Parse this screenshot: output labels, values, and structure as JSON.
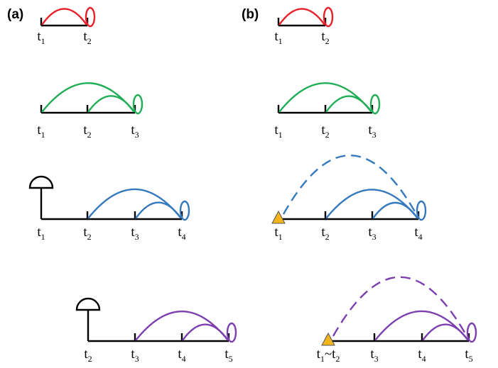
{
  "panels": [
    {
      "label": "(a)",
      "rows": [
        {
          "color": "#e8202a",
          "ticks": [
            {
              "t": "t",
              "sub": "1"
            },
            {
              "t": "t",
              "sub": "2"
            }
          ]
        },
        {
          "color": "#1fae55",
          "ticks": [
            {
              "t": "t",
              "sub": "1"
            },
            {
              "t": "t",
              "sub": "2"
            },
            {
              "t": "t",
              "sub": "3"
            }
          ]
        },
        {
          "color": "#3579bd",
          "ticks": [
            {
              "t": "t",
              "sub": "1"
            },
            {
              "t": "t",
              "sub": "2"
            },
            {
              "t": "t",
              "sub": "3"
            },
            {
              "t": "t",
              "sub": "4"
            }
          ]
        },
        {
          "color": "#7b3fb0",
          "ticks": [
            {
              "t": "t",
              "sub": "2"
            },
            {
              "t": "t",
              "sub": "3"
            },
            {
              "t": "t",
              "sub": "4"
            },
            {
              "t": "t",
              "sub": "5"
            }
          ]
        }
      ]
    },
    {
      "label": "(b)",
      "rows": [
        {
          "color": "#e8202a",
          "ticks": [
            {
              "t": "t",
              "sub": "1"
            },
            {
              "t": "t",
              "sub": "2"
            }
          ]
        },
        {
          "color": "#1fae55",
          "ticks": [
            {
              "t": "t",
              "sub": "1"
            },
            {
              "t": "t",
              "sub": "2"
            },
            {
              "t": "t",
              "sub": "3"
            }
          ]
        },
        {
          "color": "#3579bd",
          "ticks": [
            {
              "t": "t",
              "sub": "1"
            },
            {
              "t": "t",
              "sub": "2"
            },
            {
              "t": "t",
              "sub": "3"
            },
            {
              "t": "t",
              "sub": "4"
            }
          ]
        },
        {
          "color": "#7b3fb0",
          "ticks": [
            {
              "t": "t",
              "sub": "1",
              "t2": "~t",
              "sub2": "2"
            },
            {
              "t": "t",
              "sub": "3"
            },
            {
              "t": "t",
              "sub": "4"
            },
            {
              "t": "t",
              "sub": "5"
            }
          ]
        }
      ]
    }
  ],
  "triangle_color": "#f2b51c"
}
